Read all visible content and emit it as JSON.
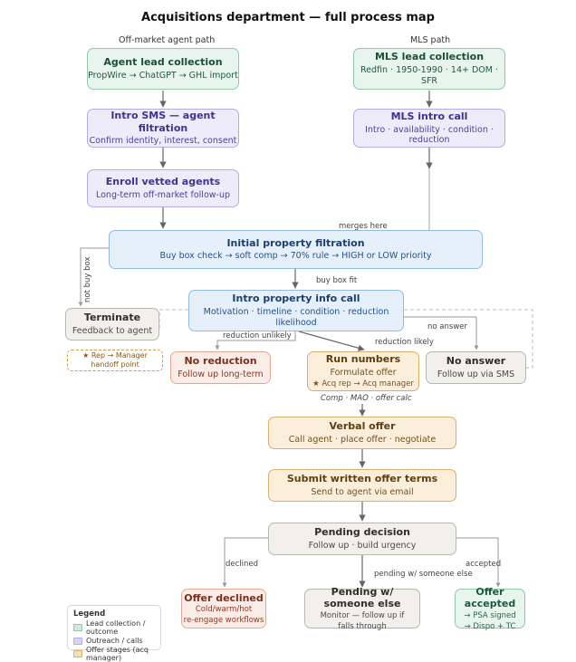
{
  "title": "Acquisitions department — full process map",
  "headers": {
    "left": "Off-market agent path",
    "right": "MLS path"
  },
  "nodes": {
    "agent_lead": {
      "title": "Agent lead collection",
      "sub": "PropWire → ChatGPT → GHL import"
    },
    "mls_lead": {
      "title": "MLS lead collection",
      "sub": "Redfin · 1950-1990 · 14+ DOM · SFR"
    },
    "intro_sms": {
      "title": "Intro SMS — agent filtration",
      "sub": "Confirm identity, interest, consent"
    },
    "mls_call": {
      "title": "MLS intro call",
      "sub": "Intro · availability · condition · reduction"
    },
    "enroll": {
      "title": "Enroll vetted agents",
      "sub": "Long-term off-market follow-up"
    },
    "initial": {
      "title": "Initial property filtration",
      "sub": "Buy box check → soft comp → 70% rule → HIGH or LOW priority"
    },
    "terminate": {
      "title": "Terminate",
      "sub": "Feedback to agent"
    },
    "intro_info": {
      "title": "Intro property info call",
      "sub": "Motivation · timeline · condition · reduction likelihood"
    },
    "no_reduction": {
      "title": "No reduction",
      "sub": "Follow up long-term"
    },
    "run_numbers": {
      "title": "Run numbers",
      "sub": "Formulate offer",
      "note": "★ Acq rep → Acq manager"
    },
    "no_answer": {
      "title": "No answer",
      "sub": "Follow up via SMS"
    },
    "verbal": {
      "title": "Verbal offer",
      "sub": "Call agent · place offer · negotiate"
    },
    "submit": {
      "title": "Submit written offer terms",
      "sub": "Send to agent via email"
    },
    "pending": {
      "title": "Pending decision",
      "sub": "Follow up · build urgency"
    },
    "declined": {
      "title": "Offer declined",
      "sub": "Cold/warm/hot",
      "sub2": "re-engage workflows"
    },
    "pending_other": {
      "title": "Pending w/ someone else",
      "sub": "Monitor — follow up if",
      "sub2": "falls through"
    },
    "accepted": {
      "title": "Offer accepted",
      "sub": "→ PSA signed",
      "sub2": "→ Dispo + TC"
    }
  },
  "handoff": {
    "line1": "★ Rep → Manager",
    "line2": "handoff point"
  },
  "edge_labels": {
    "merges_here": "merges here",
    "not_buy_box": "not buy box",
    "buy_box_fit": "buy box fit",
    "no_answer": "no answer",
    "reduction_unlikely": "reduction unlikely",
    "reduction_likely": "reduction likely",
    "comp_calc": "Comp · MAO · offer calc",
    "declined": "declined",
    "pending_someone": "pending w/ someone else",
    "accepted": "accepted"
  },
  "legend": {
    "title": "Legend",
    "items": [
      {
        "label": "Lead collection / outcome",
        "color": "#cfeadb"
      },
      {
        "label": "Outreach / calls",
        "color": "#d9d5f5"
      },
      {
        "label": "Offer stages (acq manager)",
        "color": "#f5dfba"
      }
    ]
  }
}
